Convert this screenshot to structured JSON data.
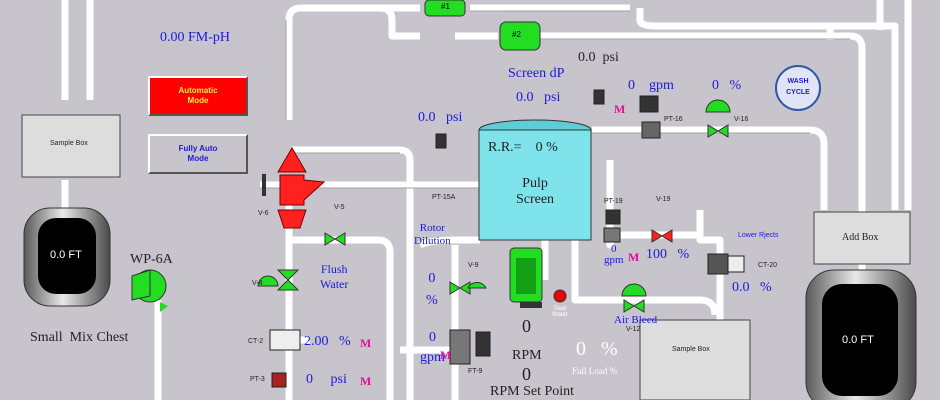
{
  "fm_ph": "0.00 FM-pH",
  "buttons": {
    "automatic_mode": "Automatic\nMode",
    "fully_auto_mode": "Fully Auto\nMode",
    "wash_cycle": "WASH\nCYCLE"
  },
  "left_sample_box": "Sample Box",
  "right_sample_box": "Sample Box",
  "small_tank_level": "0.0 FT",
  "right_tank_level": "0.0 FT",
  "small_mix_chest": "Small  Mix Chest",
  "wp6a": "WP-6A",
  "pumps": {
    "p1": "#1",
    "p2": "#2"
  },
  "screen_dp": {
    "label": "Screen dP",
    "value": "0.0",
    "unit": "psi"
  },
  "psi_top": {
    "value": "0.0",
    "unit": "psi"
  },
  "psi_left_screen": {
    "value": "0.0",
    "unit": "psi"
  },
  "pulp_screen": {
    "rr_label": "R.R.=",
    "rr_value": "0 %",
    "name": "Pulp\nScreen"
  },
  "flow_top": {
    "value": "0",
    "unit": "gpm",
    "mode": "M"
  },
  "pct_top": {
    "value": "0",
    "unit": "%"
  },
  "tags": {
    "pt16": "PT-16",
    "v16": "V-16",
    "pt15a": "PT-15A",
    "v6": "V-6",
    "v5": "V-5",
    "v4": "V-4",
    "ct2": "CT-2",
    "pt3": "PT-3",
    "v9": "V-9",
    "ft9": "FT-9",
    "pt19": "PT-19",
    "v19": "V-19",
    "ct20": "CT-20",
    "v12": "V-12"
  },
  "flush_water": "Flush\nWater",
  "rotor_dilution": {
    "label": "Rotor\nDilution",
    "pct_value": "0",
    "pct_unit": "%",
    "flow_value": "0",
    "flow_unit": "gpm",
    "mode": "M"
  },
  "ct2_reading": {
    "value": "2.00",
    "unit": "%",
    "mode": "M"
  },
  "pt3_reading": {
    "value": "0",
    "unit": "psi",
    "mode": "M"
  },
  "rpm": {
    "value": "0",
    "label": "RPM",
    "setpoint_value": "0",
    "setpoint_label": "RPM Set Point"
  },
  "seal_water": "Seal\nWater",
  "full_load": {
    "value": "0",
    "unit": "%",
    "label": "Full Load %"
  },
  "air_bleed": "Air Bleed",
  "v19_reading": {
    "flow_value": "0",
    "flow_unit": "gpm",
    "mode": "M",
    "pct": "100",
    "pct_unit": "%"
  },
  "lower_rejects": "Lower Rjects",
  "ct20_reading": {
    "value": "0.0",
    "unit": "%"
  },
  "add_box": "Add Box",
  "colors": {
    "background": "#c8c4cc",
    "screen": "#7fe3ec",
    "pump": "#22dd22",
    "alarm_button": "#ff0000",
    "value_blue": "#1a1ad8",
    "mode_magenta": "#e0109c"
  }
}
